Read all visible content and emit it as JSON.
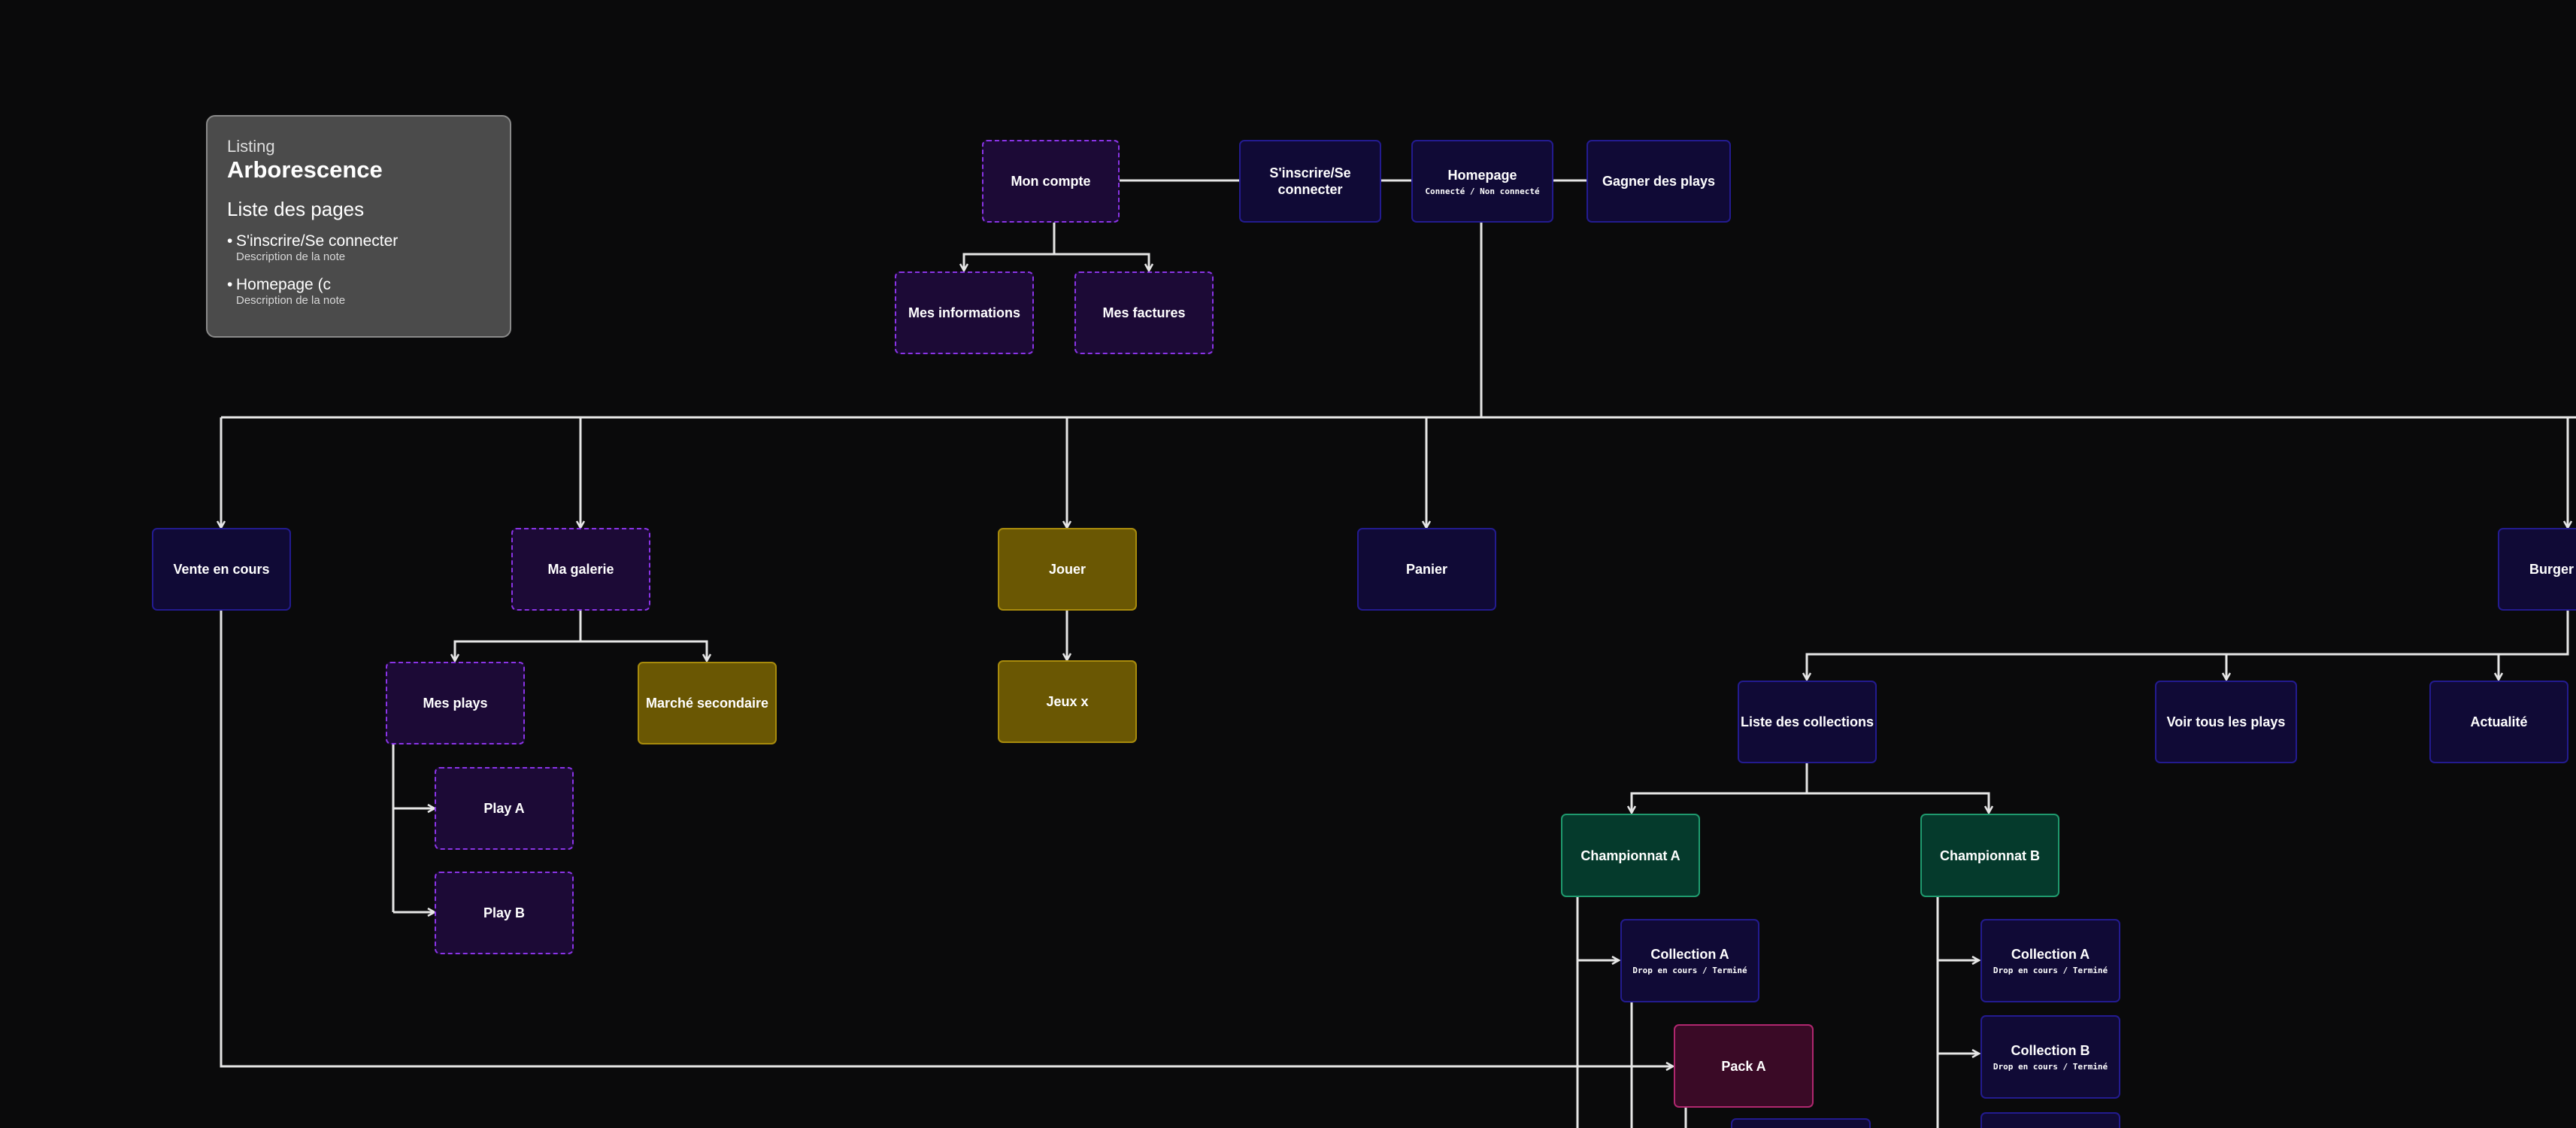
{
  "legend": {
    "eyebrow": "Listing",
    "title": "Arborescence",
    "subtitle": "Liste des pages",
    "items": [
      {
        "label": "S'inscrire/Se connecter",
        "desc": "Description de la note"
      },
      {
        "label": "Homepage (c",
        "desc": "Description de la note"
      }
    ]
  },
  "colors": {
    "background": "#0a0a0b",
    "connector": "#e6e6e6",
    "blue_fill": "#100a36",
    "blue_border": "#231b8f",
    "purple_fill": "#1c0a36",
    "purple_border": "#8a34e6",
    "gold_fill": "#6a5703",
    "gold_border": "#a88b0c",
    "green_fill": "#053a2c",
    "green_border": "#1f9a6e",
    "pink_fill": "#3a0a26",
    "pink_border": "#b0276f"
  },
  "nodes": {
    "mon_compte": {
      "label": "Mon compte"
    },
    "inscrire": {
      "label": "S'inscrire/Se connecter"
    },
    "homepage": {
      "label": "Homepage",
      "sub": "Connecté / Non connecté"
    },
    "gagner": {
      "label": "Gagner des plays"
    },
    "mes_infos": {
      "label": "Mes informations"
    },
    "mes_factures": {
      "label": "Mes factures"
    },
    "vente": {
      "label": "Vente en cours"
    },
    "galerie": {
      "label": "Ma galerie"
    },
    "jouer": {
      "label": "Jouer"
    },
    "panier": {
      "label": "Panier"
    },
    "burger": {
      "label": "Burger menu"
    },
    "mes_plays": {
      "label": "Mes plays"
    },
    "marche": {
      "label": "Marché secondaire"
    },
    "jeux": {
      "label": "Jeux x"
    },
    "play_a": {
      "label": "Play A"
    },
    "play_b": {
      "label": "Play B"
    },
    "liste_collections": {
      "label": "Liste des collections"
    },
    "voir_plays": {
      "label": "Voir tous les plays"
    },
    "actualite": {
      "label": "Actualité"
    },
    "champ_a": {
      "label": "Championnat A"
    },
    "champ_b": {
      "label": "Championnat B"
    },
    "coll_a1": {
      "label": "Collection A",
      "sub": "Drop en cours / Terminé"
    },
    "coll_a2": {
      "label": "Collection A",
      "sub": "Drop en cours / Terminé"
    },
    "coll_b2": {
      "label": "Collection B",
      "sub": "Drop en cours / Terminé"
    },
    "pack_a": {
      "label": "Pack A"
    },
    "coll_partial_1": {
      "label": ""
    },
    "coll_partial_2": {
      "label": ""
    }
  }
}
